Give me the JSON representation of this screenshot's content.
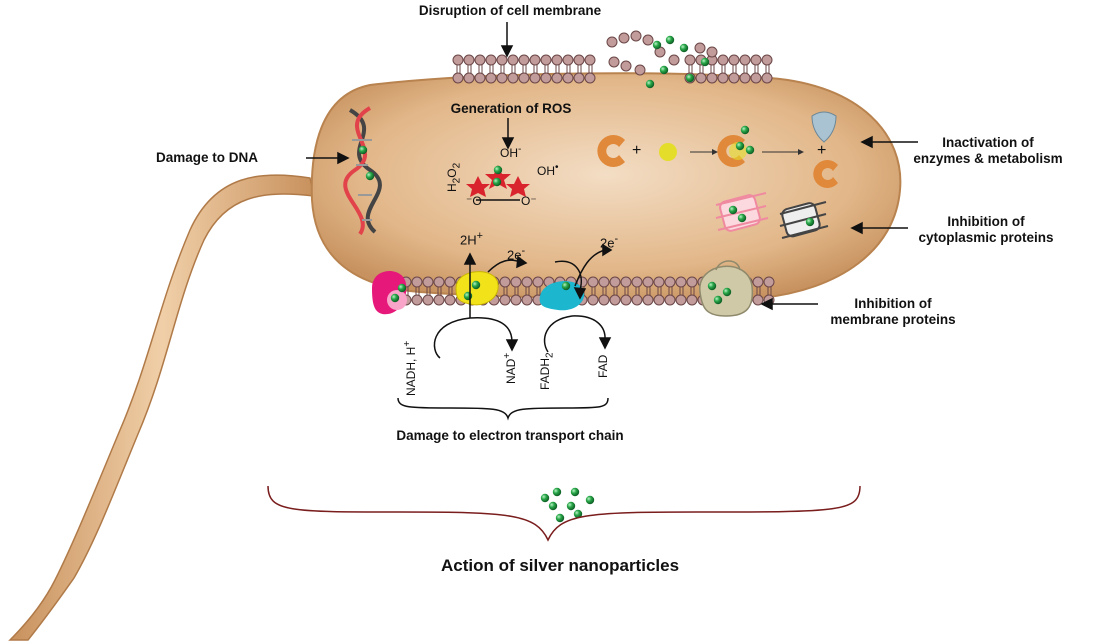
{
  "labels": {
    "disruption": "Disruption of cell membrane",
    "ros": "Generation of ROS",
    "dna": "Damage to DNA",
    "inactivation_line1": "Inactivation of",
    "inactivation_line2": "enzymes & metabolism",
    "cyto_line1": "Inhibition of",
    "cyto_line2": "cytoplasmic proteins",
    "membrane_line1": "Inhibition of",
    "membrane_line2": "membrane proteins",
    "etc": "Damage to electron transport chain",
    "action": "Action of silver nanoparticles"
  },
  "chem": {
    "oh_minus": "OH",
    "oh_minus_sup": "-",
    "oh_dot": "OH",
    "oh_dot_sup": "•",
    "h2o2": "H",
    "h2o2_sub": "2",
    "h2o2_o": "O",
    "h2o2_sub2": "2",
    "o_left": "⁻O",
    "o_right": "O⁻",
    "two_h": "2H",
    "two_h_sup": "+",
    "e1": "2e",
    "e1_sup": "-",
    "e2": "2e",
    "e2_sup": "-",
    "plus1": "+",
    "plus2": "+",
    "nadh": "NADH, H",
    "nadh_sup": "+",
    "nad": "NAD",
    "nad_sup": "+",
    "fadh": "FADH",
    "fadh_sub": "2",
    "fad": "FAD"
  },
  "colors": {
    "cell_body": "#d9a876",
    "cell_edge": "#b9834f",
    "lipid_head": "#c29b9b",
    "lipid_stroke": "#6b4747",
    "nanoparticle": "#2aa84a",
    "enzyme_orange": "#e0893a",
    "magenta_protein": "#e6197a",
    "yellow_protein": "#f2e21a",
    "cyan_protein": "#1cb6cf",
    "membrane_protein": "#cfc9a8",
    "pink_protein": "#ef8aa0",
    "bracket": "#7a1d1d"
  }
}
